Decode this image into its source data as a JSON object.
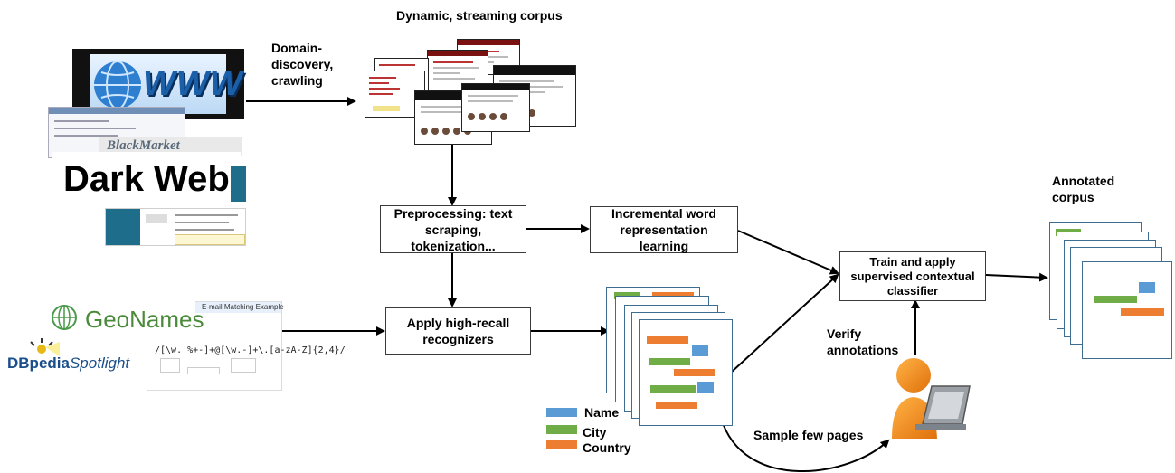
{
  "labels": {
    "corpus_title": "Dynamic, streaming corpus",
    "crawl": "Domain-\ndiscovery,\ncrawling",
    "annotated": "Annotated\ncorpus",
    "verify": "Verify\nannotations",
    "sample": "Sample few pages"
  },
  "boxes": {
    "preprocess": "Preprocessing: text scraping, tokenization...",
    "wordrep": "Incremental word representation learning",
    "recognizers": "Apply high-recall recognizers",
    "classifier": "Train and apply supervised contextual classifier"
  },
  "legend": [
    {
      "label": "Name",
      "color": "#5b9bd5"
    },
    {
      "label": "City",
      "color": "#70ad47"
    },
    {
      "label": "Country",
      "color": "#ed7d31"
    }
  ],
  "sources": {
    "www": "WWW",
    "darkweb": "Dark Web",
    "blackmarket": "BlackMarket",
    "geonames": "GeoNames",
    "dbpedia": "DBpedia",
    "spotlight": "Spotlight",
    "email_title": "E-mail Matching Example",
    "regex": "/[\\w._%+-]+@[\\w.-]+\\.[a-zA-Z]{2,4}/"
  },
  "colors": {
    "name": "#5b9bd5",
    "city": "#70ad47",
    "country": "#ed7d31",
    "page_border": "#3e6d92",
    "person": "#f0861a"
  },
  "icons": [
    "globe-icon",
    "geonames-globe-icon",
    "person-with-laptop-icon"
  ]
}
